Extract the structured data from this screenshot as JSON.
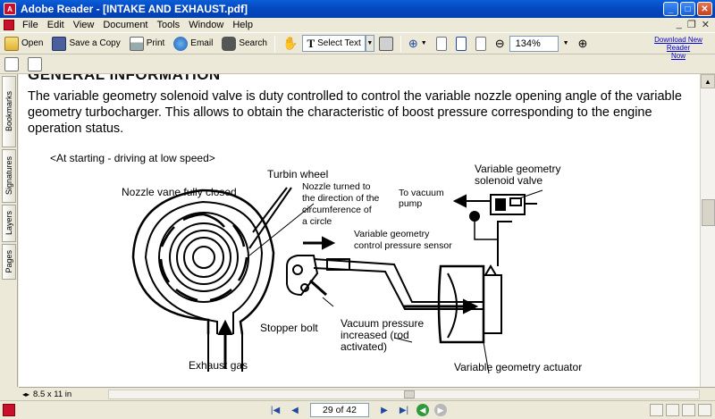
{
  "window": {
    "title": "Adobe Reader - [INTAKE AND EXHAUST.pdf]",
    "app_icon": "adobe-reader-icon"
  },
  "menu": [
    "File",
    "Edit",
    "View",
    "Document",
    "Tools",
    "Window",
    "Help"
  ],
  "toolbar": {
    "open": "Open",
    "save_copy": "Save a Copy",
    "print": "Print",
    "email": "Email",
    "search": "Search",
    "select_text": "Select Text",
    "zoom": "134%",
    "ad_line1": "Download New Reader",
    "ad_line2": "Now"
  },
  "sidetabs": [
    "Bookmarks",
    "Signatures",
    "Layers",
    "Pages"
  ],
  "document": {
    "heading": "GENERAL INFORMATION",
    "paragraph": "The variable geometry solenoid valve is duty controlled to control the variable nozzle opening angle of the variable geometry turbocharger. This allows to obtain the characteristic of boost pressure corresponding to the engine operation status."
  },
  "diagram": {
    "caption": "<At starting  -  driving at low speed>",
    "labels": {
      "turbin_wheel": "Turbin wheel",
      "nozzle_vane": "Nozzle vane fully closed",
      "nozzle_turned_1": "Nozzle turned to",
      "nozzle_turned_2": "the direction of the",
      "nozzle_turned_3": "circumference of",
      "nozzle_turned_4": "a circle",
      "to_vacuum_1": "To  vacuum",
      "to_vacuum_2": "pump",
      "solenoid_1": "Variable   geometry",
      "solenoid_2": "solenoid valve",
      "sensor_1": "Variable geometry",
      "sensor_2": "control pressure sensor",
      "stopper_bolt": "Stopper bolt",
      "vacuum_1": "Vacuum pressure",
      "vacuum_2": "increased      (rod",
      "vacuum_3": "activated)",
      "exhaust_gas": "Exhaust gas",
      "actuator": "Variable  geometry actuator"
    }
  },
  "statusbar": {
    "page_size": "8.5 x 11 in",
    "page_indicator": "29 of 42"
  },
  "colors": {
    "titlebar": "#0548c0",
    "nav_arrow": "#1f4aa0",
    "go_green": "#2e9a3a",
    "link_blue": "#0000cc"
  }
}
